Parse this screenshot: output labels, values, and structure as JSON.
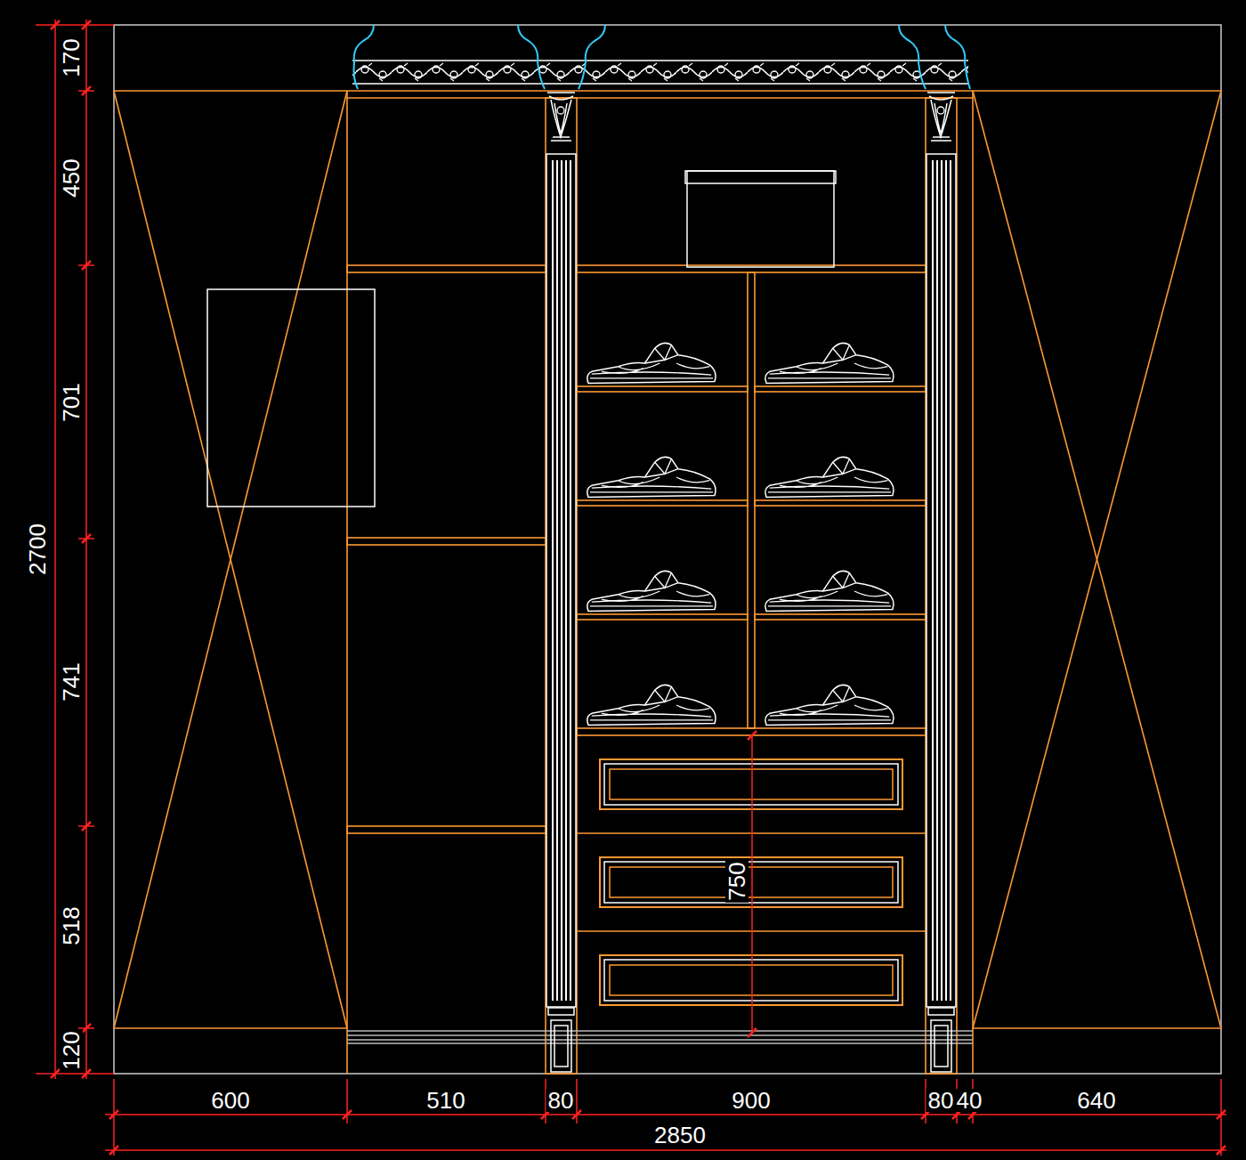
{
  "diagram": {
    "labels": [
      "170",
      "450",
      "701",
      "741",
      "518",
      "120",
      "2700",
      "750",
      "600",
      "510",
      "80",
      "900",
      "80",
      "40",
      "640",
      "2850"
    ]
  }
}
